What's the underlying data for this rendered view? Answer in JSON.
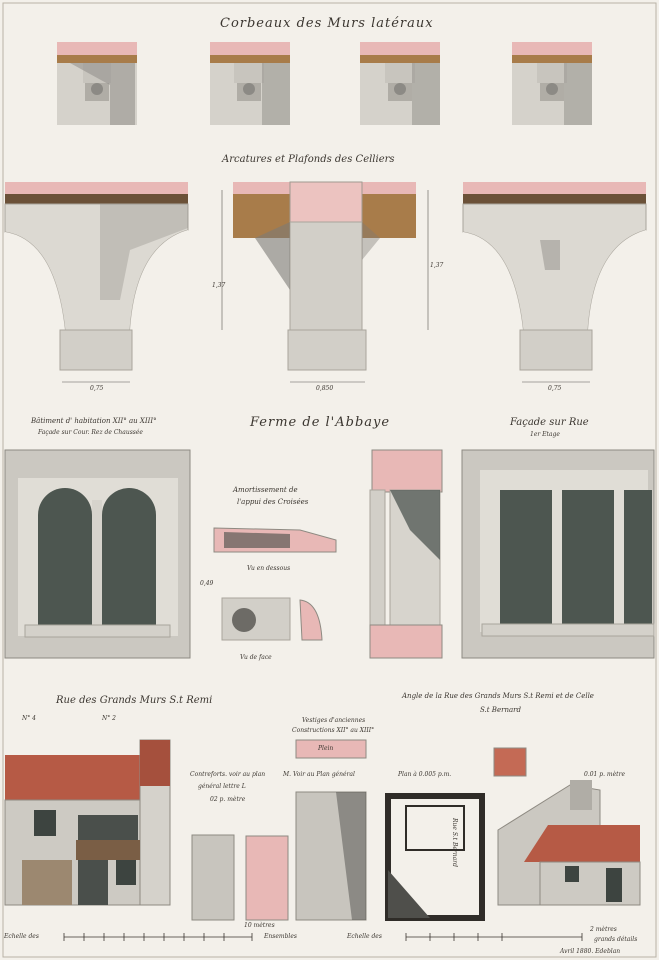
{
  "plate": {
    "title_top": "Corbeaux des Murs latéraux",
    "title_second": "Arcatures et Plafonds des Celliers",
    "title_center": "Ferme de l'Abbaye",
    "left_section": {
      "line1": "Bâtiment d' habitation XII° au XIII°",
      "line2": "Façade sur Cour. Rez de Chaussée"
    },
    "right_section": {
      "line1": "Façade sur Rue",
      "line2": "1er Etage"
    },
    "amort_line1": "Amortissement de",
    "amort_line2": "l'appui des Croisées",
    "vu_dessous": "Vu en dessous",
    "vu_face": "Vu de face",
    "rue_title": "Rue des Grands Murs S.t Remi",
    "angle_title_line1": "Angle de la Rue des Grands Murs S.t Remi et de Celle",
    "angle_title_line2": "S.t Bernard",
    "no4": "N° 4",
    "no2": "N° 2",
    "vestiges_line1": "Vestiges d'anciennes",
    "vestiges_line2": "Constructions XII° au XIII°",
    "plein": "Plein",
    "contreforts_line1": "Contreforts. voir au plan",
    "contreforts_line2": "général lettre L",
    "contreforts_line3": "02 p. mètre",
    "mvoir": "M. Voir au Plan général",
    "plan_scale": "Plan à 0.005 p.m.",
    "rue_bernard": "Rue S.t Bernard",
    "scale_right_top": "0.01 p. mètre",
    "scale_left_label": "Echelle des",
    "scale_left_end": "10 mètres",
    "scale_left_word": "Ensembles",
    "scale_mid_label": "Echelle des",
    "scale_mid_end": "2 mètres",
    "scale_mid_word": "grands détails",
    "signature": "Avril 1880. Edeblan",
    "dim_a": "0,75",
    "dim_b": "0,850",
    "dim_c": "0,75",
    "dim_h1": "1,37",
    "dim_h2": "1,37",
    "dim_small": "0,49"
  },
  "colors": {
    "paper": "#f3f0ea",
    "stone": "#d9d6cf",
    "stone_dark": "#b9b5ac",
    "shadow": "#9c9a94",
    "window_glass": "#4d5650",
    "brick_pink": "#e8b8b6",
    "roof_red": "#b65a45",
    "wood": "#a87c4a",
    "ink": "#3a3530"
  }
}
